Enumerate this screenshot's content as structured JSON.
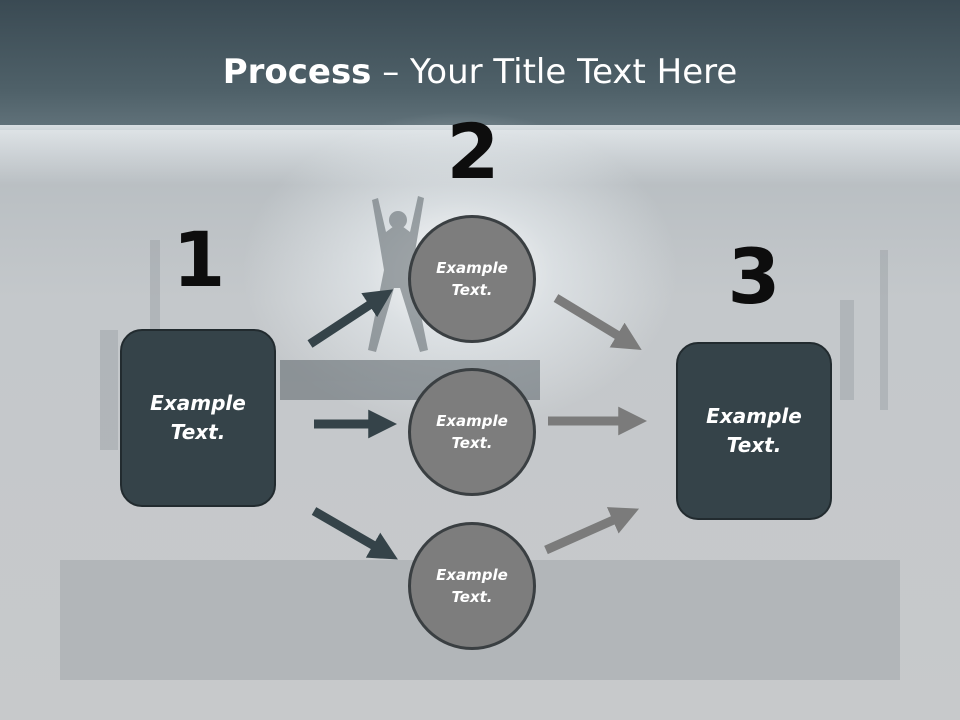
{
  "title": {
    "bold": "Process",
    "rest": " – Your Title Text Here"
  },
  "steps": [
    {
      "number": "1"
    },
    {
      "number": "2"
    },
    {
      "number": "3"
    }
  ],
  "left_box": {
    "label": "Example Text."
  },
  "circles": [
    {
      "label": "Example Text."
    },
    {
      "label": "Example Text."
    },
    {
      "label": "Example Text."
    }
  ],
  "right_box": {
    "label": "Example Text."
  },
  "colors": {
    "box_fill": "#354349",
    "circle_fill": "#7d7d7d",
    "dark_arrow": "#354349",
    "gray_arrow": "#7b7b7b",
    "banner": "#3e4f57"
  }
}
